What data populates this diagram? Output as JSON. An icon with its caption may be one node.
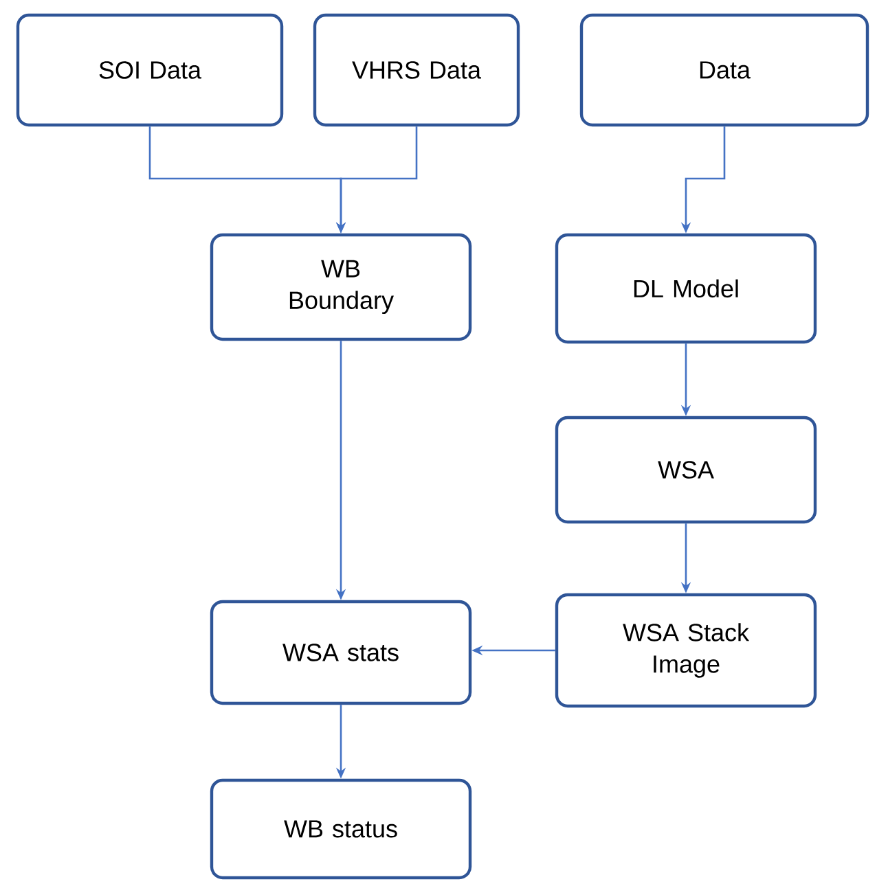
{
  "diagram": {
    "nodes": [
      {
        "text": [
          "SOI Data"
        ]
      },
      {
        "text": [
          "VHRS Data"
        ]
      },
      {
        "text": [
          "Data"
        ]
      },
      {
        "text": [
          "WB Boundary"
        ]
      },
      {
        "text": [
          "DL Model"
        ]
      },
      {
        "text": [
          "WSA"
        ]
      },
      {
        "text": [
          "WSA Stack Image"
        ]
      },
      {
        "text": [
          "WSA stats"
        ]
      },
      {
        "text": [
          "WB status"
        ]
      }
    ],
    "edges": [
      {
        "from": 0,
        "to": 3,
        "arrow": "to"
      },
      {
        "from": 1,
        "to": 3,
        "arrow": "to"
      },
      {
        "from": 2,
        "to": 4,
        "arrow": "to"
      },
      {
        "from": 4,
        "to": 5,
        "arrow": "to"
      },
      {
        "from": 5,
        "to": 6,
        "arrow": "to"
      },
      {
        "from": 6,
        "to": 7,
        "arrow": "to"
      },
      {
        "from": 3,
        "to": 7,
        "arrow": "to"
      },
      {
        "from": 7,
        "to": 8,
        "arrow": "to"
      }
    ]
  }
}
